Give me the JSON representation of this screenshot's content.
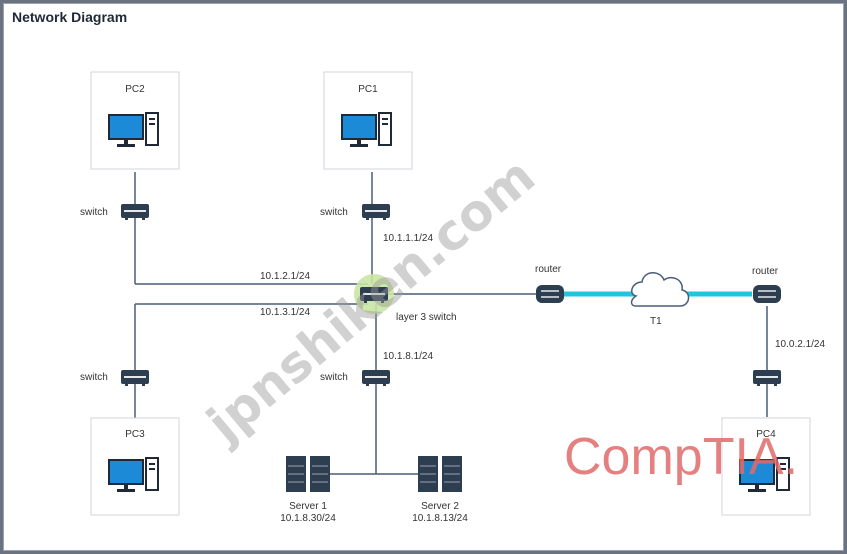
{
  "title": "Network Diagram",
  "nodes": {
    "pc1": "PC1",
    "pc2": "PC2",
    "pc3": "PC3",
    "pc4": "PC4",
    "switch_pc2": "switch",
    "switch_pc1": "switch",
    "switch_pc3": "switch",
    "switch_servers": "switch",
    "layer3": "layer 3 switch",
    "router_left": "router",
    "router_right": "router",
    "cloud": "T1",
    "server1_name": "Server 1",
    "server1_ip": "10.1.8.30/24",
    "server2_name": "Server 2",
    "server2_ip": "10.1.8.13/24"
  },
  "addresses": {
    "pc1_link": "10.1.1.1/24",
    "pc2_link": "10.1.2.1/24",
    "pc3_link": "10.1.3.1/24",
    "server_link": "10.1.8.1/24",
    "pc4_link": "10.0.2.1/24"
  },
  "watermarks": {
    "site": "jpnshiken.com",
    "brand": "CompTIA."
  },
  "colors": {
    "t1_link": "#22c5e0",
    "monitor_screen": "#1d8ad8",
    "layer3_highlight": "#c9e6a4",
    "comptia": "#e06a6a"
  }
}
